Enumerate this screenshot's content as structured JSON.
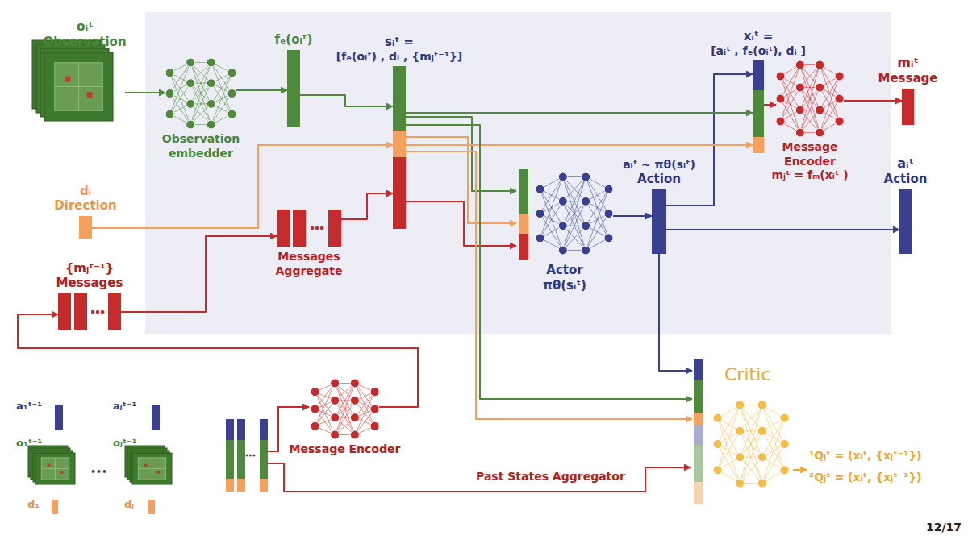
{
  "diagram": {
    "nodes": [
      {
        "text": [
          "oᵢᵗ",
          "Observation"
        ]
      },
      {
        "text": [
          "Observation embedder"
        ]
      },
      {
        "text": [
          "fₑ(oᵢᵗ)"
        ]
      },
      {
        "text": [
          "sᵢᵗ =",
          "[fₑ(oᵢᵗ) , dᵢ , {mⱼᵗ⁻¹}]"
        ]
      },
      {
        "text": [
          "dᵢ",
          "Direction"
        ]
      },
      {
        "text": [
          "Messages Aggregate"
        ]
      },
      {
        "text": [
          "{mⱼᵗ⁻¹}",
          "Messages"
        ]
      },
      {
        "text": [
          "Actor",
          "πθ(sᵢᵗ)"
        ]
      },
      {
        "text": [
          "aᵢᵗ ~ πθ(sᵢᵗ)",
          "Action"
        ]
      },
      {
        "text": [
          "xᵢᵗ =",
          "[aᵢᵗ , fₑ(oᵢᵗ), dᵢ ]"
        ]
      },
      {
        "text": [
          "Message Encoder",
          "mⱼᵗ = fₘ(xᵢᵗ )"
        ]
      },
      {
        "text": [
          "mᵢᵗ",
          "Message"
        ]
      },
      {
        "text": [
          "aᵢᵗ",
          "Action"
        ]
      },
      {
        "text": [
          "Critic"
        ]
      },
      {
        "text": [
          "a₁ᵗ⁻¹",
          "o₁ᵗ⁻¹",
          "d₁"
        ]
      },
      {
        "text": [
          "aⱼᵗ⁻¹",
          "oⱼᵗ⁻¹",
          "dⱼ"
        ]
      },
      {
        "text": [
          "Message Encoder"
        ]
      }
    ],
    "edges": [
      {
        "from": 0,
        "to": 1,
        "arrow": "to"
      },
      {
        "from": 1,
        "to": 2,
        "arrow": "to"
      },
      {
        "from": 2,
        "to": 3,
        "arrow": "to"
      },
      {
        "from": 4,
        "to": 3,
        "arrow": "to"
      },
      {
        "from": 6,
        "to": 5,
        "arrow": "to"
      },
      {
        "from": 5,
        "to": 3,
        "arrow": "to"
      },
      {
        "from": 3,
        "to": 7,
        "arrow": "to"
      },
      {
        "from": 7,
        "to": 8,
        "arrow": "to"
      },
      {
        "from": 8,
        "to": 9,
        "arrow": "to"
      },
      {
        "from": 3,
        "to": 9,
        "arrow": "to"
      },
      {
        "from": 9,
        "to": 10,
        "arrow": "to"
      },
      {
        "from": 10,
        "to": 11,
        "arrow": "to"
      },
      {
        "from": 8,
        "to": 12,
        "arrow": "to"
      },
      {
        "from": 8,
        "to": 13,
        "arrow": "to"
      },
      {
        "from": 3,
        "to": 13,
        "arrow": "to"
      },
      {
        "from": 16,
        "to": 6,
        "arrow": "to"
      }
    ],
    "labels": [
      "¹Qⱼᵗ = (xᵢᵗ, {xⱼᵗ⁻¹})",
      "²Qⱼᵗ = (xᵢᵗ, {xⱼᵗ⁻¹})",
      "•••",
      "Past States Aggregator",
      "12/17"
    ]
  }
}
